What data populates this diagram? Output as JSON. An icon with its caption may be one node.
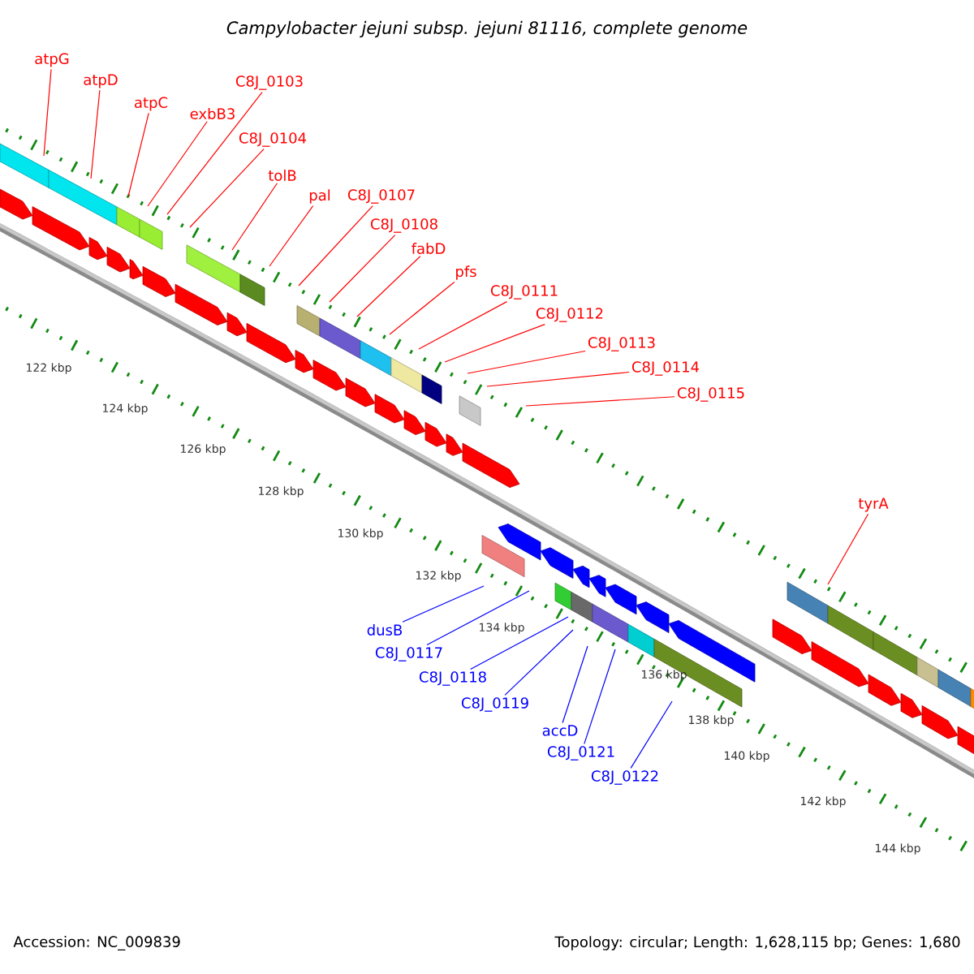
{
  "diagram": {
    "title": "Campylobacter jejuni subsp. jejuni 81116, complete genome",
    "nodes": [
      {
        "text": [
          "atpG"
        ]
      },
      {
        "text": [
          "atpD"
        ]
      },
      {
        "text": [
          "atpC"
        ]
      },
      {
        "text": [
          "exbB3"
        ]
      },
      {
        "text": [
          "C8J_0103"
        ]
      },
      {
        "text": [
          "C8J_0104"
        ]
      },
      {
        "text": [
          "tolB"
        ]
      },
      {
        "text": [
          "pal"
        ]
      },
      {
        "text": [
          "C8J_0107"
        ]
      },
      {
        "text": [
          "C8J_0108"
        ]
      },
      {
        "text": [
          "fabD"
        ]
      },
      {
        "text": [
          "pfs"
        ]
      },
      {
        "text": [
          "C8J_0111"
        ]
      },
      {
        "text": [
          "C8J_0112"
        ]
      },
      {
        "text": [
          "C8J_0113"
        ]
      },
      {
        "text": [
          "C8J_0114"
        ]
      },
      {
        "text": [
          "C8J_0115"
        ]
      },
      {
        "text": [
          "tyrA"
        ]
      },
      {
        "text": [
          "dusB"
        ]
      },
      {
        "text": [
          "C8J_0117"
        ]
      },
      {
        "text": [
          "C8J_0118"
        ]
      },
      {
        "text": [
          "C8J_0119"
        ]
      },
      {
        "text": [
          "accD"
        ]
      },
      {
        "text": [
          "C8J_0121"
        ]
      },
      {
        "text": [
          "C8J_0122"
        ]
      }
    ],
    "edges": [
      {
        "from": 0,
        "to": null,
        "arrow": "none"
      },
      {
        "from": 1,
        "to": null,
        "arrow": "none"
      },
      {
        "from": 2,
        "to": null,
        "arrow": "none"
      },
      {
        "from": 3,
        "to": null,
        "arrow": "none"
      },
      {
        "from": 4,
        "to": null,
        "arrow": "none"
      },
      {
        "from": 5,
        "to": null,
        "arrow": "none"
      },
      {
        "from": 6,
        "to": null,
        "arrow": "none"
      },
      {
        "from": 7,
        "to": null,
        "arrow": "none"
      },
      {
        "from": 8,
        "to": null,
        "arrow": "none"
      },
      {
        "from": 9,
        "to": null,
        "arrow": "none"
      },
      {
        "from": 10,
        "to": null,
        "arrow": "none"
      },
      {
        "from": 11,
        "to": null,
        "arrow": "none"
      },
      {
        "from": 12,
        "to": null,
        "arrow": "none"
      },
      {
        "from": 13,
        "to": null,
        "arrow": "none"
      },
      {
        "from": 14,
        "to": null,
        "arrow": "none"
      },
      {
        "from": 15,
        "to": null,
        "arrow": "none"
      },
      {
        "from": 16,
        "to": null,
        "arrow": "none"
      },
      {
        "from": 17,
        "to": null,
        "arrow": "none"
      },
      {
        "from": 18,
        "to": null,
        "arrow": "none",
        "color": "#0000ff"
      },
      {
        "from": 19,
        "to": null,
        "arrow": "none",
        "color": "#0000ff"
      },
      {
        "from": 20,
        "to": null,
        "arrow": "none",
        "color": "#0000ff"
      },
      {
        "from": 21,
        "to": null,
        "arrow": "none",
        "color": "#0000ff"
      },
      {
        "from": 22,
        "to": null,
        "arrow": "none",
        "color": "#0000ff"
      },
      {
        "from": 23,
        "to": null,
        "arrow": "none",
        "color": "#0000ff"
      },
      {
        "from": 24,
        "to": null,
        "arrow": "none",
        "color": "#0000ff"
      }
    ],
    "labels": [
      "122 kbp",
      "124 kbp",
      "126 kbp",
      "128 kbp",
      "130 kbp",
      "132 kbp",
      "134 kbp",
      "136 kbp",
      "138 kbp",
      "140 kbp",
      "142 kbp",
      "144 kbp",
      "Accession: NC_009839",
      "Topology: circular; Length: 1,628,115 bp; Genes: 1,680"
    ]
  }
}
